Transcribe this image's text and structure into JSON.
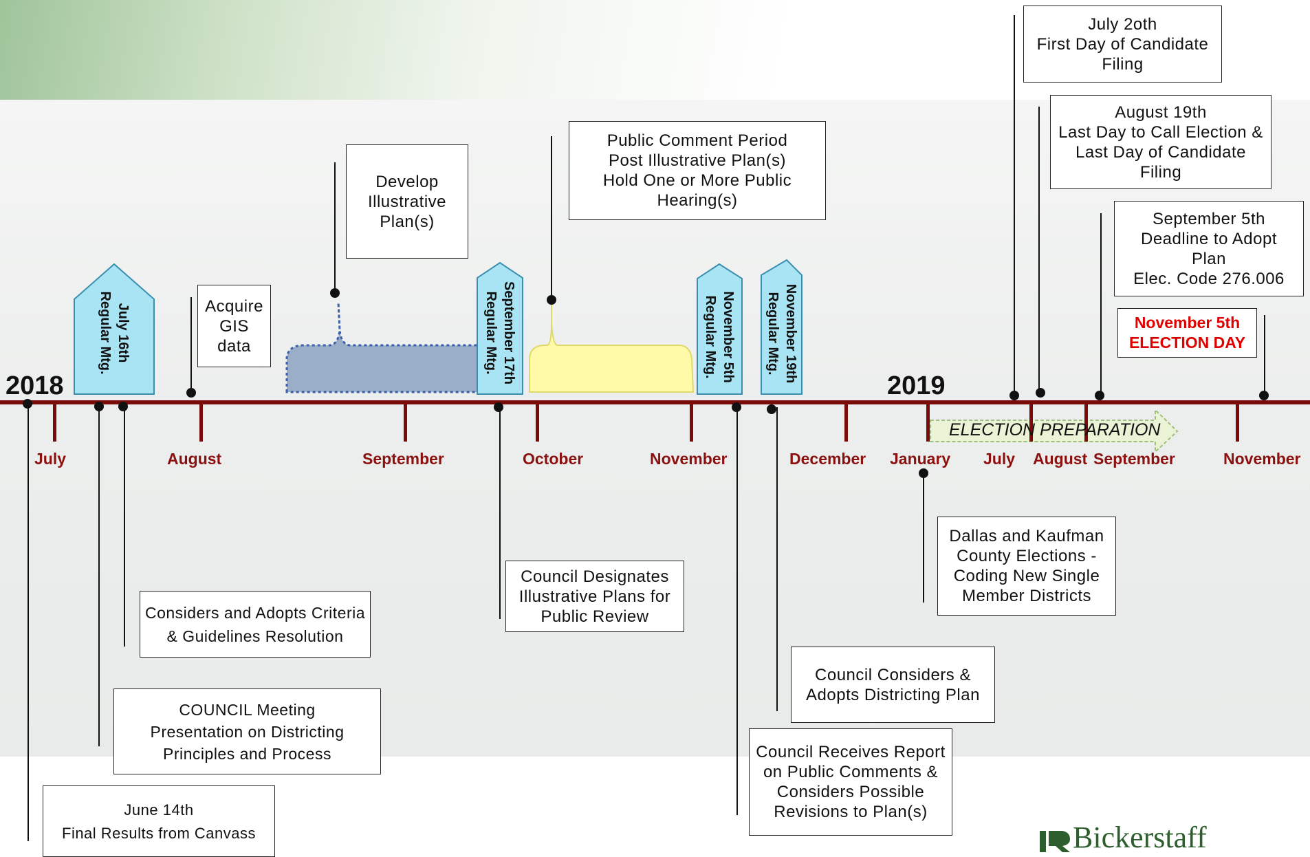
{
  "years": {
    "y2018": "2018",
    "y2019": "2019"
  },
  "months": [
    "July",
    "August",
    "September",
    "October",
    "November",
    "December",
    "January",
    "July",
    "August",
    "September",
    "November"
  ],
  "meetings": [
    {
      "line1": "July 16th",
      "line2": "Regular Mtg."
    },
    {
      "line1": "September 17th",
      "line2": "Regular Mtg."
    },
    {
      "line1": "November 5th",
      "line2": "Regular Mtg."
    },
    {
      "line1": "November 19th",
      "line2": "Regular Mtg."
    }
  ],
  "boxes": {
    "acquire_gis": [
      "Acquire",
      "GIS",
      "data"
    ],
    "develop_plans": [
      "Develop",
      "Illustrative",
      "Plan(s)"
    ],
    "public_comment": [
      "Public Comment Period",
      "Post Illustrative Plan(s)",
      "Hold One or More Public",
      "Hearing(s)"
    ],
    "filing_start": [
      "July 2oth",
      "First Day of Candidate",
      "Filing"
    ],
    "call_election": [
      "August 19th",
      "Last Day to Call Election &",
      "Last Day of Candidate",
      "Filing"
    ],
    "adopt_deadline": [
      "September 5th",
      "Deadline to Adopt",
      "Plan",
      "Elec. Code 276.006"
    ],
    "election_day": [
      "November 5th",
      "ELECTION DAY"
    ],
    "criteria": [
      "Considers and Adopts Criteria",
      "& Guidelines Resolution"
    ],
    "council_meeting": [
      "COUNCIL Meeting",
      "Presentation on Districting",
      "Principles and Process"
    ],
    "canvass": [
      "June 14th",
      "Final Results from Canvass"
    ],
    "designates": [
      "Council Designates",
      "Illustrative Plans for",
      "Public Review"
    ],
    "county_coding": [
      "Dallas and Kaufman",
      "County Elections -",
      "Coding New Single",
      "Member Districts"
    ],
    "adopts_plan": [
      "Council Considers &",
      "Adopts Districting Plan"
    ],
    "receives_report": [
      "Council Receives Report",
      "on Public Comments &",
      "Considers Possible",
      "Revisions to Plan(s)"
    ]
  },
  "election_prep": "ELECTION PREPARATION",
  "logo": {
    "text": "Bickerstaff"
  },
  "colors": {
    "timeline": "#7a0b0b",
    "month_label": "#8b1010",
    "meeting_fill": "#a8e4f4",
    "meeting_stroke": "#3a8fb0",
    "gis_period_fill": "#9aaec8",
    "gis_period_stroke": "#3b5fa8",
    "comment_period_fill": "#fffaa8",
    "election_day_text": "#e00000",
    "prep_arrow_fill": "#eaf3d6",
    "logo_green": "#2e5e2e"
  }
}
